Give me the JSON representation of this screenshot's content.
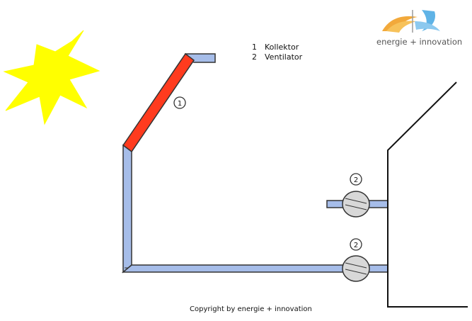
{
  "legend": {
    "items": [
      {
        "number": "1",
        "label": "Kollektor"
      },
      {
        "number": "2",
        "label": "Ventilator"
      }
    ]
  },
  "markers": {
    "collector": "1",
    "fan_top": "2",
    "fan_bottom": "2"
  },
  "logo": {
    "text": "energie + innovation"
  },
  "copyright": "Copyright by energie + innovation",
  "colors": {
    "sun": "#ffff00",
    "collector": "#ff3b1e",
    "duct": "#a6bde9",
    "fan": "#d8d8d8",
    "outline": "#333333"
  }
}
